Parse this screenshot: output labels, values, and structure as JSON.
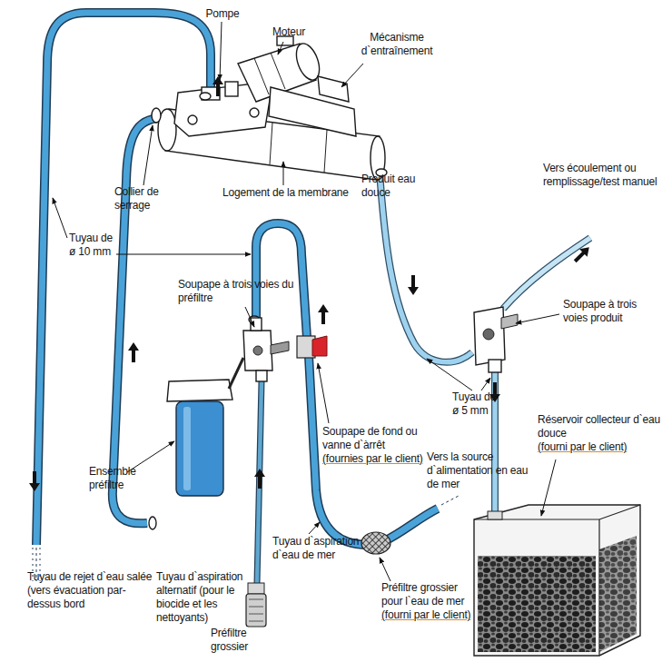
{
  "diagram": {
    "labels": [
      "Pompe",
      "Moteur",
      "Mécanisme d`entraînement",
      "Collier de serrage",
      "Logement de la membrane",
      "Tuyau de ø 10 mm",
      "Produit eau douce",
      "Vers écoulement ou remplissage/test manuel",
      "Soupape à trois voies du préfiltre",
      "Soupape à trois voies produit",
      "Soupape de fond ou vanne d`àrrêt",
      "(fournies par le client)",
      "Tuyau de ø 5 mm",
      "Réservoir collecteur d`eau douce",
      "(fourni par le client)",
      "Ensemble préfiltre",
      "Vers la source d`alimentation en eau de mer",
      "Tuyau d`aspiration d`eau de mer",
      "Préfiltre grossier pour l`eau de mer",
      "(fourni par le client)",
      "Tuyau de rejet d`eau salée (vers évacuation par-dessus bord",
      "Tuyau d`aspiration alternatif (pour le biocide et les nettoyants)",
      "Préfiltre grossier"
    ]
  }
}
